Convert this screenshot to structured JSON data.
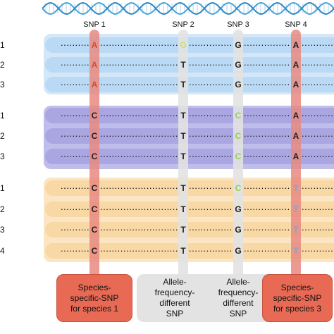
{
  "snps": [
    "SNP 1",
    "SNP 2",
    "SNP 3",
    "SNP 4"
  ],
  "groups": [
    {
      "name": "blue",
      "rows": [
        {
          "label": "1",
          "bases": [
            "A",
            "G",
            "G",
            "A"
          ],
          "colors": [
            "#d94b2c",
            "#d4e05a",
            "#222222",
            "#222222"
          ]
        },
        {
          "label": "2",
          "bases": [
            "A",
            "T",
            "G",
            "A"
          ],
          "colors": [
            "#d94b2c",
            "#222222",
            "#222222",
            "#222222"
          ]
        },
        {
          "label": "3",
          "bases": [
            "A",
            "T",
            "G",
            "A"
          ],
          "colors": [
            "#d94b2c",
            "#222222",
            "#222222",
            "#222222"
          ]
        }
      ]
    },
    {
      "name": "purple",
      "rows": [
        {
          "label": "1",
          "bases": [
            "C",
            "T",
            "C",
            "A"
          ],
          "colors": [
            "#222222",
            "#222222",
            "#8fd15a",
            "#222222"
          ]
        },
        {
          "label": "2",
          "bases": [
            "C",
            "T",
            "C",
            "A"
          ],
          "colors": [
            "#222222",
            "#222222",
            "#8fd15a",
            "#222222"
          ]
        },
        {
          "label": "3",
          "bases": [
            "C",
            "T",
            "C",
            "A"
          ],
          "colors": [
            "#222222",
            "#222222",
            "#8fd15a",
            "#222222"
          ]
        }
      ]
    },
    {
      "name": "orange",
      "rows": [
        {
          "label": "1",
          "bases": [
            "C",
            "T",
            "C",
            "T"
          ],
          "colors": [
            "#222222",
            "#222222",
            "#8fd15a",
            "#7fa8d8"
          ]
        },
        {
          "label": "2",
          "bases": [
            "C",
            "T",
            "G",
            "T"
          ],
          "colors": [
            "#222222",
            "#222222",
            "#222222",
            "#7fa8d8"
          ]
        },
        {
          "label": "3",
          "bases": [
            "C",
            "T",
            "G",
            "T"
          ],
          "colors": [
            "#222222",
            "#222222",
            "#222222",
            "#7fa8d8"
          ]
        },
        {
          "label": "4",
          "bases": [
            "C",
            "T",
            "G",
            "T"
          ],
          "colors": [
            "#222222",
            "#222222",
            "#222222",
            "#7fa8d8"
          ]
        }
      ]
    }
  ],
  "tags": [
    "Species-\nspecific-SNP\nfor species 1",
    "Allele-\nfrequency-\ndifferent\nSNP",
    "Allele-\nfrequency-\ndifferent\nSNP",
    "Species-\nspecific-SNP\nfor species 3"
  ],
  "colors": {
    "blue_row": "#b9d9f4",
    "blue_group": "#d4e7f8",
    "purple_row": "#a9a6e2",
    "purple_group": "#bfbdea",
    "orange_row": "#f8d8a4",
    "orange_group": "#fbe5c2",
    "red_column": "#e88a80",
    "gray_column": "#e2e2e2",
    "red_tag": "#e86a55",
    "gray_tag": "#e3e3e3",
    "dna_blue": "#4aa3d8"
  }
}
